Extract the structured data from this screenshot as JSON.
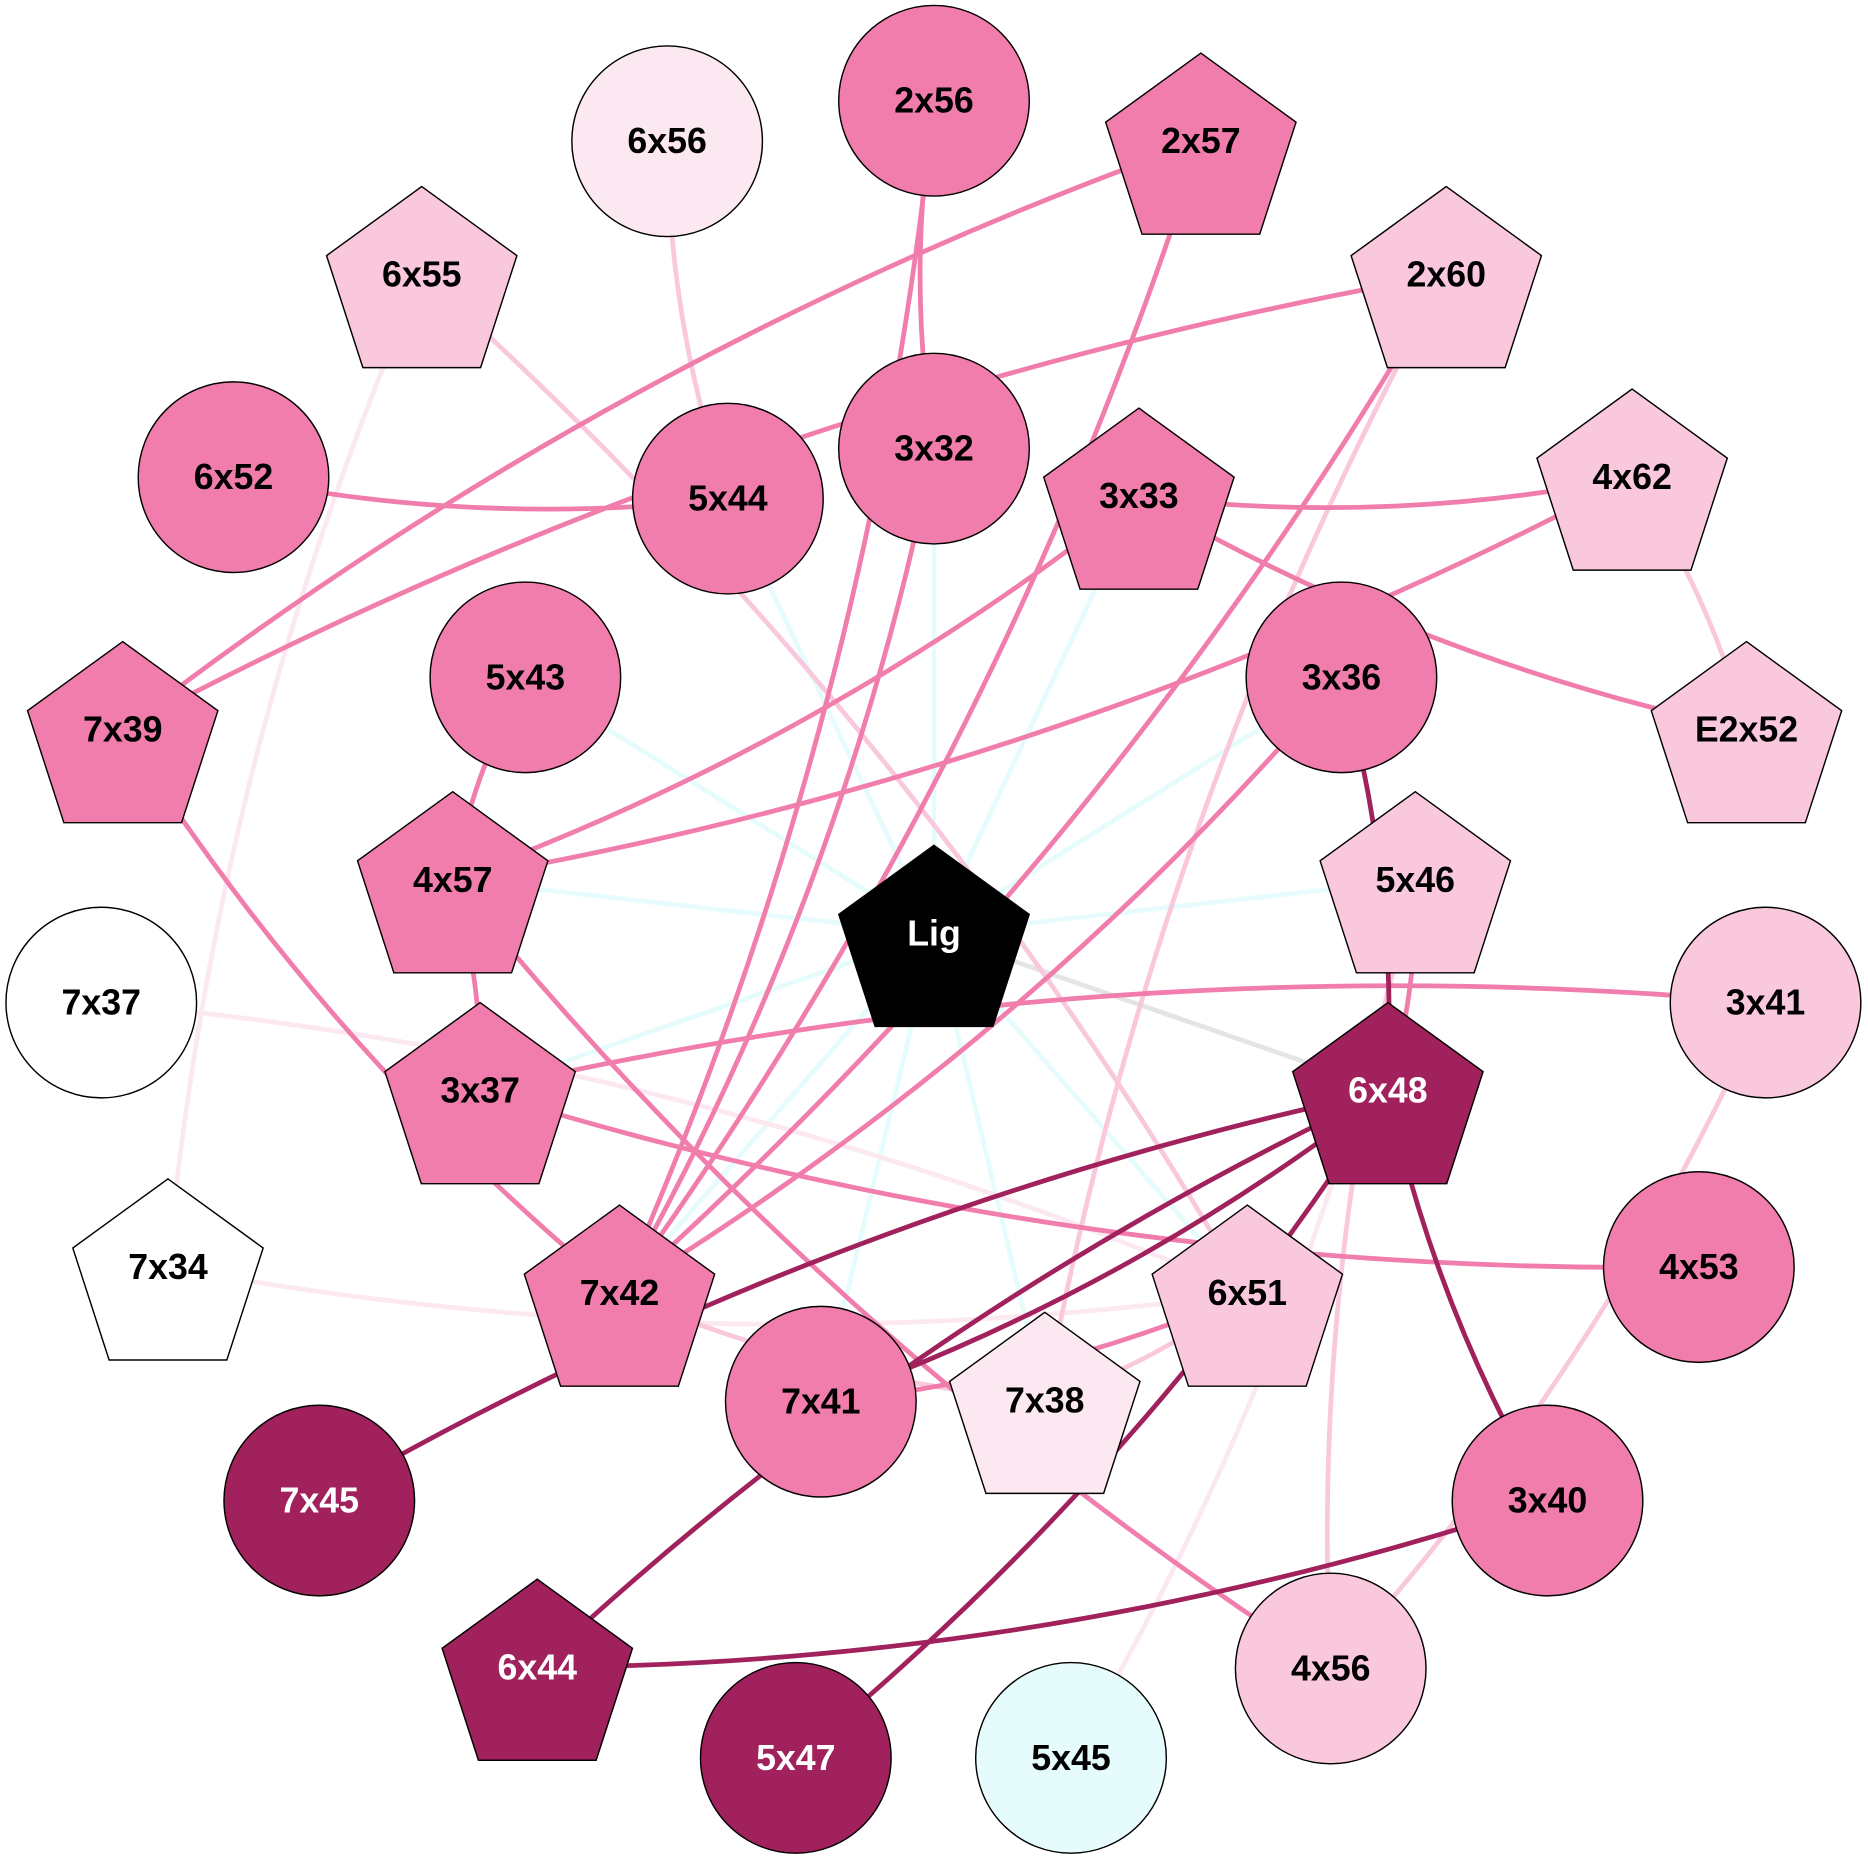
{
  "colors": {
    "mid": "#f07dab",
    "light": "#f9c8dd",
    "pale": "#fce8f1",
    "dark": "#a0215c",
    "cyan": "#e6fcfc",
    "white": "#ffffff",
    "black": "#000000",
    "gray": "#e4e4e4"
  },
  "nodes": [
    {
      "id": "Lig",
      "label": "Lig",
      "shape": "pentagon",
      "fill": "black",
      "text": "white"
    },
    {
      "id": "2x56",
      "label": "2x56",
      "shape": "circle",
      "fill": "mid",
      "text": "black"
    },
    {
      "id": "6x56",
      "label": "6x56",
      "shape": "circle",
      "fill": "pale",
      "text": "black"
    },
    {
      "id": "2x57",
      "label": "2x57",
      "shape": "pentagon",
      "fill": "mid",
      "text": "black"
    },
    {
      "id": "6x55",
      "label": "6x55",
      "shape": "pentagon",
      "fill": "light",
      "text": "black"
    },
    {
      "id": "2x60",
      "label": "2x60",
      "shape": "pentagon",
      "fill": "light",
      "text": "black"
    },
    {
      "id": "6x52",
      "label": "6x52",
      "shape": "circle",
      "fill": "mid",
      "text": "black"
    },
    {
      "id": "5x44",
      "label": "5x44",
      "shape": "circle",
      "fill": "mid",
      "text": "black"
    },
    {
      "id": "3x32",
      "label": "3x32",
      "shape": "circle",
      "fill": "mid",
      "text": "black"
    },
    {
      "id": "3x33",
      "label": "3x33",
      "shape": "pentagon",
      "fill": "mid",
      "text": "black"
    },
    {
      "id": "4x62",
      "label": "4x62",
      "shape": "pentagon",
      "fill": "light",
      "text": "black"
    },
    {
      "id": "5x43",
      "label": "5x43",
      "shape": "circle",
      "fill": "mid",
      "text": "black"
    },
    {
      "id": "3x36",
      "label": "3x36",
      "shape": "circle",
      "fill": "mid",
      "text": "black"
    },
    {
      "id": "7x39",
      "label": "7x39",
      "shape": "pentagon",
      "fill": "mid",
      "text": "black"
    },
    {
      "id": "E2x52",
      "label": "E2x52",
      "shape": "pentagon",
      "fill": "light",
      "text": "black"
    },
    {
      "id": "4x57",
      "label": "4x57",
      "shape": "pentagon",
      "fill": "mid",
      "text": "black"
    },
    {
      "id": "5x46",
      "label": "5x46",
      "shape": "pentagon",
      "fill": "light",
      "text": "black"
    },
    {
      "id": "7x37",
      "label": "7x37",
      "shape": "circle",
      "fill": "white",
      "text": "black"
    },
    {
      "id": "3x41",
      "label": "3x41",
      "shape": "circle",
      "fill": "light",
      "text": "black"
    },
    {
      "id": "3x37",
      "label": "3x37",
      "shape": "pentagon",
      "fill": "mid",
      "text": "black"
    },
    {
      "id": "6x48",
      "label": "6x48",
      "shape": "pentagon",
      "fill": "dark",
      "text": "white"
    },
    {
      "id": "7x34",
      "label": "7x34",
      "shape": "pentagon",
      "fill": "white",
      "text": "black"
    },
    {
      "id": "7x42",
      "label": "7x42",
      "shape": "pentagon",
      "fill": "mid",
      "text": "black"
    },
    {
      "id": "6x51",
      "label": "6x51",
      "shape": "pentagon",
      "fill": "light",
      "text": "black"
    },
    {
      "id": "4x53",
      "label": "4x53",
      "shape": "circle",
      "fill": "mid",
      "text": "black"
    },
    {
      "id": "7x41",
      "label": "7x41",
      "shape": "circle",
      "fill": "mid",
      "text": "black"
    },
    {
      "id": "7x38",
      "label": "7x38",
      "shape": "pentagon",
      "fill": "pale",
      "text": "black"
    },
    {
      "id": "7x45",
      "label": "7x45",
      "shape": "circle",
      "fill": "dark",
      "text": "white"
    },
    {
      "id": "3x40",
      "label": "3x40",
      "shape": "circle",
      "fill": "mid",
      "text": "black"
    },
    {
      "id": "6x44",
      "label": "6x44",
      "shape": "pentagon",
      "fill": "dark",
      "text": "white"
    },
    {
      "id": "4x56",
      "label": "4x56",
      "shape": "circle",
      "fill": "light",
      "text": "black"
    },
    {
      "id": "5x47",
      "label": "5x47",
      "shape": "circle",
      "fill": "dark",
      "text": "white"
    },
    {
      "id": "5x45",
      "label": "5x45",
      "shape": "circle",
      "fill": "cyan",
      "text": "black"
    }
  ],
  "edges": [
    {
      "from": "Lig",
      "to": "5x44",
      "color": "cyan"
    },
    {
      "from": "Lig",
      "to": "3x32",
      "color": "cyan"
    },
    {
      "from": "Lig",
      "to": "3x33",
      "color": "cyan"
    },
    {
      "from": "Lig",
      "to": "5x43",
      "color": "cyan"
    },
    {
      "from": "Lig",
      "to": "3x36",
      "color": "cyan"
    },
    {
      "from": "Lig",
      "to": "4x57",
      "color": "cyan"
    },
    {
      "from": "Lig",
      "to": "5x46",
      "color": "cyan"
    },
    {
      "from": "Lig",
      "to": "3x37",
      "color": "cyan"
    },
    {
      "from": "Lig",
      "to": "7x42",
      "color": "cyan"
    },
    {
      "from": "Lig",
      "to": "7x41",
      "color": "cyan"
    },
    {
      "from": "Lig",
      "to": "7x38",
      "color": "cyan"
    },
    {
      "from": "Lig",
      "to": "6x51",
      "color": "cyan"
    },
    {
      "from": "Lig",
      "to": "6x48",
      "color": "gray"
    },
    {
      "from": "6x55",
      "to": "7x34",
      "color": "pale"
    },
    {
      "from": "7x37",
      "to": "6x51",
      "color": "pale"
    },
    {
      "from": "7x34",
      "to": "6x51",
      "color": "pale"
    },
    {
      "from": "5x46",
      "to": "5x45",
      "color": "pale"
    },
    {
      "from": "6x56",
      "to": "5x44",
      "color": "light"
    },
    {
      "from": "6x55",
      "to": "6x51",
      "color": "light"
    },
    {
      "from": "2x60",
      "to": "7x38",
      "color": "light"
    },
    {
      "from": "4x62",
      "to": "E2x52",
      "color": "light"
    },
    {
      "from": "5x46",
      "to": "4x56",
      "color": "light"
    },
    {
      "from": "3x41",
      "to": "4x56",
      "color": "light"
    },
    {
      "from": "7x42",
      "to": "7x38",
      "color": "light"
    },
    {
      "from": "6x51",
      "to": "7x38",
      "color": "light"
    },
    {
      "from": "2x56",
      "to": "3x32",
      "color": "mid"
    },
    {
      "from": "2x56",
      "to": "7x42",
      "color": "mid"
    },
    {
      "from": "2x57",
      "to": "7x39",
      "color": "mid"
    },
    {
      "from": "2x57",
      "to": "7x42",
      "color": "mid"
    },
    {
      "from": "2x60",
      "to": "7x39",
      "color": "mid"
    },
    {
      "from": "2x60",
      "to": "7x42",
      "color": "mid"
    },
    {
      "from": "6x52",
      "to": "5x44",
      "color": "mid"
    },
    {
      "from": "3x32",
      "to": "7x42",
      "color": "mid"
    },
    {
      "from": "3x33",
      "to": "4x62",
      "color": "mid"
    },
    {
      "from": "3x33",
      "to": "4x57",
      "color": "mid"
    },
    {
      "from": "3x33",
      "to": "E2x52",
      "color": "mid"
    },
    {
      "from": "4x62",
      "to": "4x57",
      "color": "mid"
    },
    {
      "from": "5x43",
      "to": "4x57",
      "color": "mid"
    },
    {
      "from": "4x57",
      "to": "3x37",
      "color": "mid"
    },
    {
      "from": "4x57",
      "to": "4x56",
      "color": "mid"
    },
    {
      "from": "3x36",
      "to": "7x42",
      "color": "mid"
    },
    {
      "from": "7x39",
      "to": "7x42",
      "color": "mid"
    },
    {
      "from": "3x37",
      "to": "3x41",
      "color": "mid"
    },
    {
      "from": "3x37",
      "to": "4x53",
      "color": "mid"
    },
    {
      "from": "5x46",
      "to": "6x48",
      "color": "mid"
    },
    {
      "from": "7x41",
      "to": "6x51",
      "color": "mid"
    },
    {
      "from": "3x36",
      "to": "6x48",
      "color": "dark"
    },
    {
      "from": "6x48",
      "to": "7x45",
      "color": "dark"
    },
    {
      "from": "6x48",
      "to": "7x41",
      "color": "dark"
    },
    {
      "from": "6x48",
      "to": "6x44",
      "color": "dark"
    },
    {
      "from": "6x48",
      "to": "5x47",
      "color": "dark"
    },
    {
      "from": "6x48",
      "to": "3x40",
      "color": "dark"
    },
    {
      "from": "3x40",
      "to": "6x44",
      "color": "dark"
    }
  ]
}
